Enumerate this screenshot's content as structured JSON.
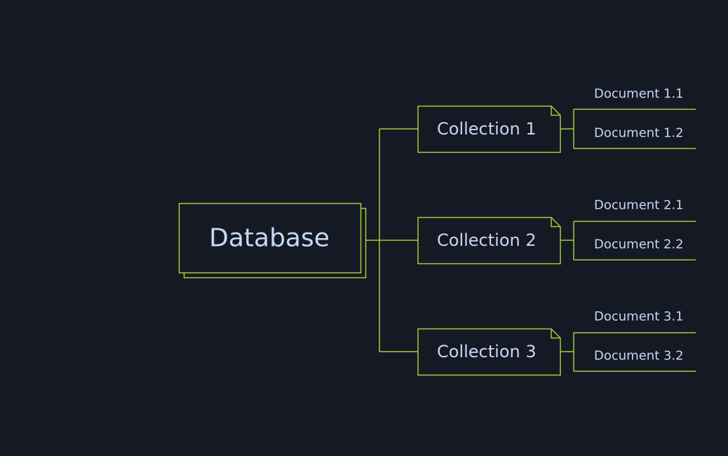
{
  "colors": {
    "background": "#141923",
    "line": "#a4cc3c",
    "text": "#c6d8f4"
  },
  "database": {
    "label": "Database"
  },
  "collections": [
    {
      "label": "Collection 1",
      "documents": [
        "Document 1.1",
        "Document 1.2"
      ]
    },
    {
      "label": "Collection 2",
      "documents": [
        "Document 2.1",
        "Document 2.2"
      ]
    },
    {
      "label": "Collection 3",
      "documents": [
        "Document 3.1",
        "Document 3.2"
      ]
    }
  ]
}
